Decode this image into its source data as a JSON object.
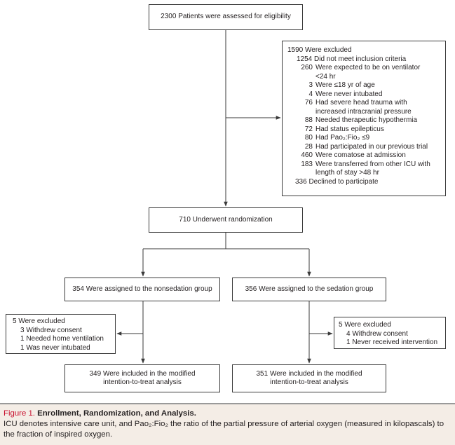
{
  "diagram": {
    "assessed": "2300 Patients were assessed for eligibility",
    "excluded": {
      "title": "1590 Were excluded",
      "sub_title": "1254 Did not meet inclusion criteria",
      "reasons": [
        {
          "n": "260",
          "text": "Were expected to be on ventilator",
          "cont": "<24 hr"
        },
        {
          "n": "3",
          "text": "Were ≤18 yr of age",
          "cont": ""
        },
        {
          "n": "4",
          "text": "Were never intubated",
          "cont": ""
        },
        {
          "n": "76",
          "text": "Had severe head trauma with",
          "cont": "increased intracranial pressure"
        },
        {
          "n": "88",
          "text": "Needed therapeutic hypothermia",
          "cont": ""
        },
        {
          "n": "72",
          "text": "Had status epilepticus",
          "cont": ""
        },
        {
          "n": "80",
          "text": "Had Pao₂:Fio₂ ≤9",
          "cont": ""
        },
        {
          "n": "28",
          "text": "Had participated in our previous trial",
          "cont": ""
        },
        {
          "n": "460",
          "text": "Were comatose at admission",
          "cont": ""
        },
        {
          "n": "183",
          "text": "Were transferred from other ICU with",
          "cont": "length of stay >48 hr"
        }
      ],
      "declined": "336 Declined to participate"
    },
    "randomized": "710 Underwent randomization",
    "nonsedation_group": "354 Were assigned to the nonsedation group",
    "sedation_group": "356 Were assigned to the sedation group",
    "nonsedation_excluded": {
      "title": "5 Were excluded",
      "items": [
        "3 Withdrew consent",
        "1 Needed home ventilation",
        "1 Was never intubated"
      ]
    },
    "sedation_excluded": {
      "title": "5 Were excluded",
      "items": [
        "4 Withdrew consent",
        "1 Never received intervention"
      ]
    },
    "nonsedation_analysis": {
      "line1": "349 Were included in the modified",
      "line2": "intention-to-treat analysis"
    },
    "sedation_analysis": {
      "line1": "351 Were included in the modified",
      "line2": "intention-to-treat analysis"
    }
  },
  "caption": {
    "label": "Figure 1.",
    "title": "Enrollment, Randomization, and Analysis.",
    "text": "ICU denotes intensive care unit, and Pao₂:Fio₂ the ratio of the partial pressure of arterial oxygen (measured in kilopascals) to the fraction of inspired oxygen."
  }
}
